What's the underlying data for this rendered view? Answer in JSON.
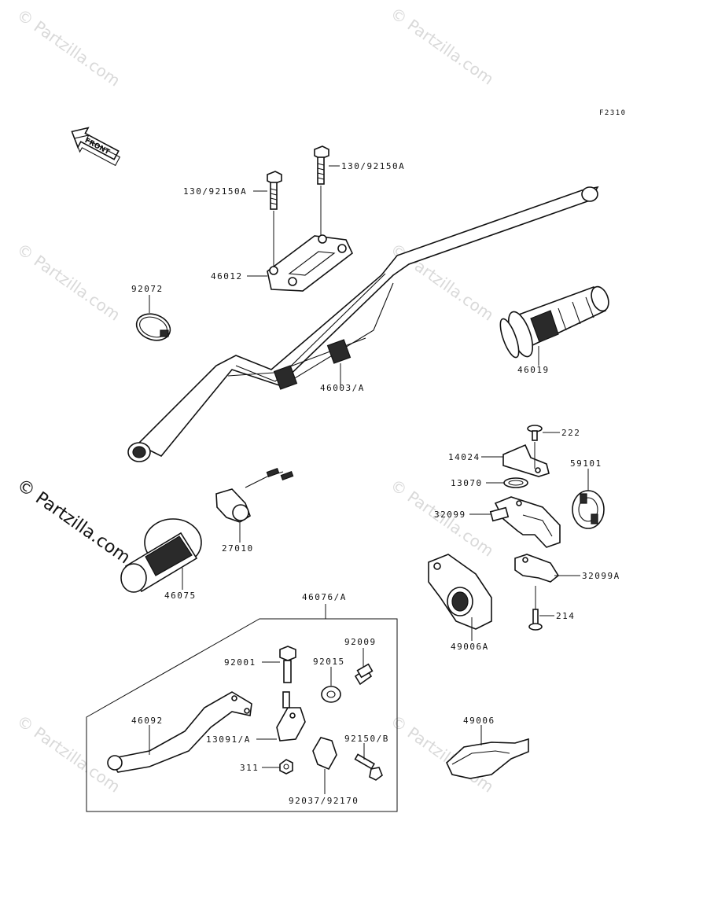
{
  "figure_code": "F2310",
  "front_label": "FRONT",
  "watermark": "© Partzilla.com",
  "group_label": "46076/A",
  "parts": {
    "p130a_left": "130/92150A",
    "p130a_right": "130/92150A",
    "p46012": "46012",
    "p92072": "92072",
    "p46003": "46003/A",
    "p46019": "46019",
    "p222": "222",
    "p14024": "14024",
    "p13070": "13070",
    "p59101": "59101",
    "p32099": "32099",
    "p32099a": "32099A",
    "p214": "214",
    "p49006a": "49006A",
    "p27010": "27010",
    "p46075": "46075",
    "p92009": "92009",
    "p92001": "92001",
    "p92015": "92015",
    "p46092": "46092",
    "p13091": "13091/A",
    "p92150b": "92150/B",
    "p311": "311",
    "p92037": "92037/92170",
    "p49006": "49006"
  }
}
